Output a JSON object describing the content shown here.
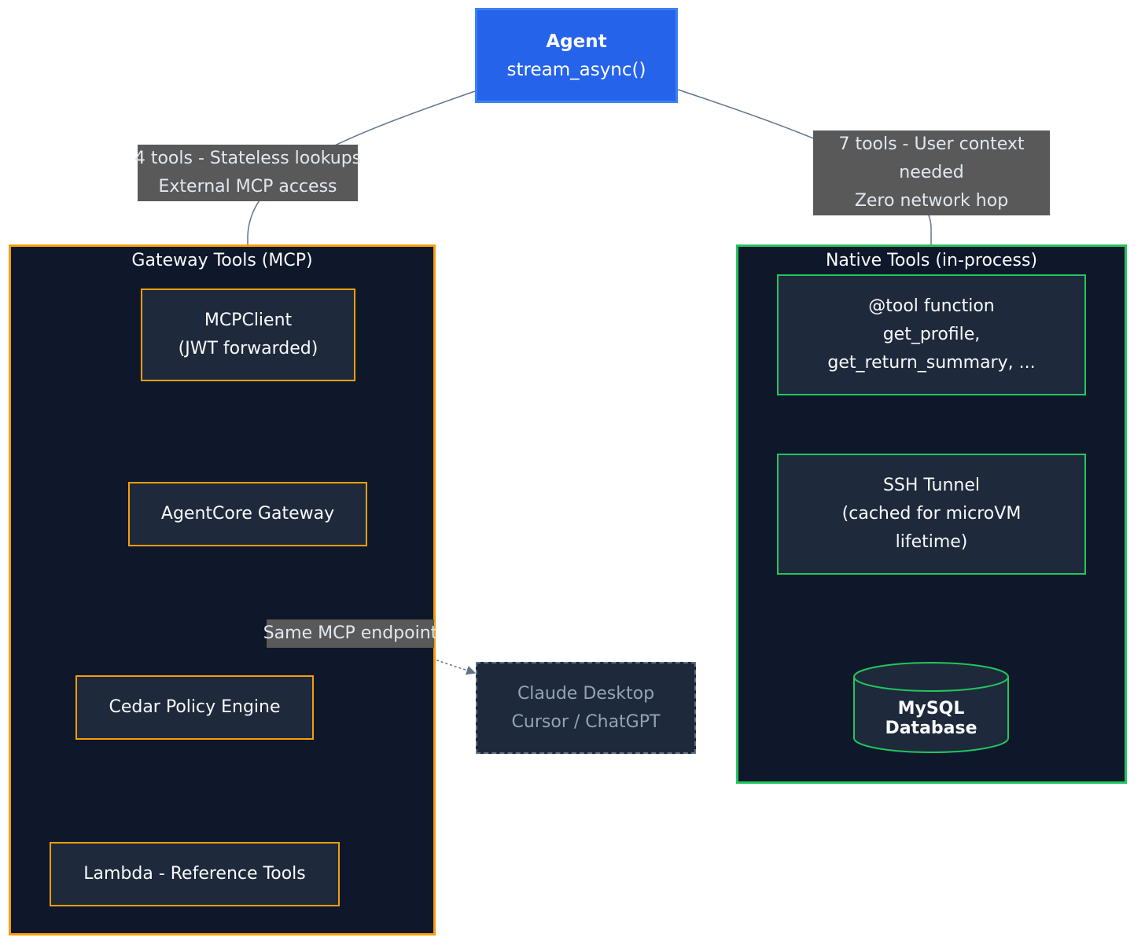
{
  "agent": {
    "title": "Agent",
    "subtitle": "stream_async()"
  },
  "gateway_cluster": {
    "title": "Gateway Tools (MCP)",
    "nodes": {
      "mcp_client": [
        "MCPClient",
        "(JWT forwarded)"
      ],
      "agentcore_gateway": [
        "AgentCore Gateway"
      ],
      "cedar_policy": [
        "Cedar Policy Engine"
      ],
      "lambda_tools": [
        "Lambda - Reference Tools"
      ]
    }
  },
  "native_cluster": {
    "title": "Native Tools (in-process)",
    "nodes": {
      "tool_function": [
        "@tool function",
        "get_profile,",
        "get_return_summary, ..."
      ],
      "ssh_tunnel": [
        "SSH Tunnel",
        "(cached for microVM",
        "lifetime)"
      ],
      "mysql": "MySQL Database"
    }
  },
  "external_clients": [
    "Claude Desktop",
    "Cursor / ChatGPT"
  ],
  "edge_labels": {
    "gateway": [
      "4 tools - Stateless lookups",
      "External MCP access"
    ],
    "native": [
      "7 tools - User context",
      "needed",
      "Zero network hop"
    ],
    "external": "Same MCP endpoint"
  },
  "colors": {
    "agent_fill": "#2563eb",
    "gateway_border": "#f59e0b",
    "native_border": "#22c55e",
    "cluster_fill": "#0f172a",
    "node_fill": "#1e293b",
    "edge": "#64748b",
    "label_fill": "#595959"
  }
}
